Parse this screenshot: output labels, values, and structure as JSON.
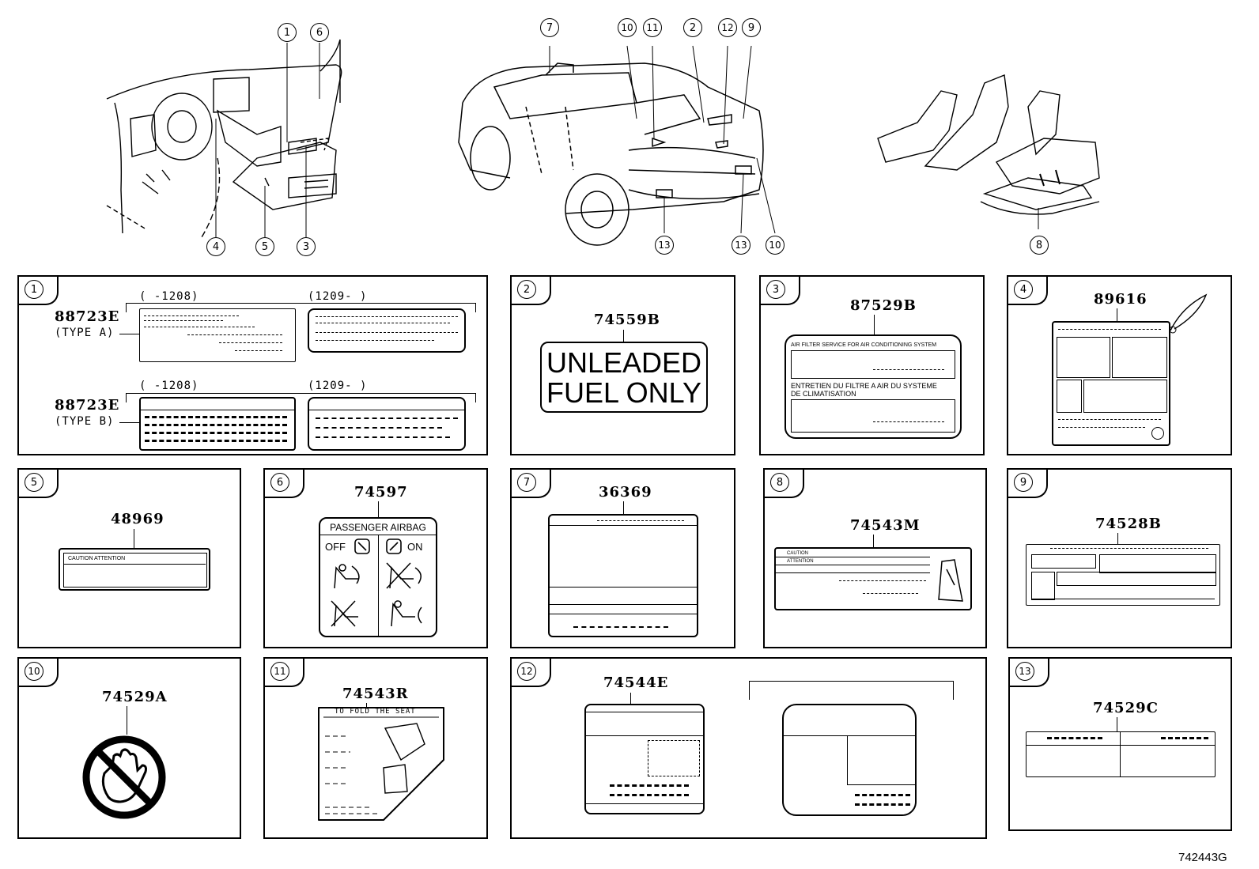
{
  "figure_code": "742443G",
  "callouts": {
    "c1": "1",
    "c2": "2",
    "c3": "3",
    "c4": "4",
    "c5": "5",
    "c6": "6",
    "c7": "7",
    "c8": "8",
    "c9": "9",
    "c10": "10",
    "c11": "11",
    "c12": "12",
    "c13": "13"
  },
  "panels": {
    "p1": {
      "num": "1",
      "part_a": "88723E",
      "type_a": "(TYPE A)",
      "part_b": "88723E",
      "type_b": "(TYPE B)",
      "range_old": "(     -1208)",
      "range_new": "(1209-     )"
    },
    "p2": {
      "num": "2",
      "part": "74559B",
      "line1": "UNLEADED",
      "line2": "FUEL ONLY"
    },
    "p3": {
      "num": "3",
      "part": "87529B",
      "title_en": "AIR FILTER SERVICE FOR AIR CONDITIONING SYSTEM",
      "title_fr1": "ENTRETIEN DU FILTRE A AIR DU SYSTEME",
      "title_fr2": "DE CLIMATISATION"
    },
    "p4": {
      "num": "4",
      "part": "89616"
    },
    "p5": {
      "num": "5",
      "part": "48969",
      "caution": "CAUTION ATTENTION"
    },
    "p6": {
      "num": "6",
      "part": "74597",
      "title": "PASSENGER AIRBAG",
      "off": "OFF",
      "on": "ON"
    },
    "p7": {
      "num": "7",
      "part": "36369"
    },
    "p8": {
      "num": "8",
      "part": "74543M",
      "l1": "CAUTION",
      "l2": "ATTENTION"
    },
    "p9": {
      "num": "9",
      "part": "74528B"
    },
    "p10": {
      "num": "10",
      "part": "74529A"
    },
    "p11": {
      "num": "11",
      "part": "74543R",
      "title": "TO FOLD THE SEAT"
    },
    "p12": {
      "num": "12",
      "part": "74544E"
    },
    "p13": {
      "num": "13",
      "part": "74529C"
    }
  }
}
